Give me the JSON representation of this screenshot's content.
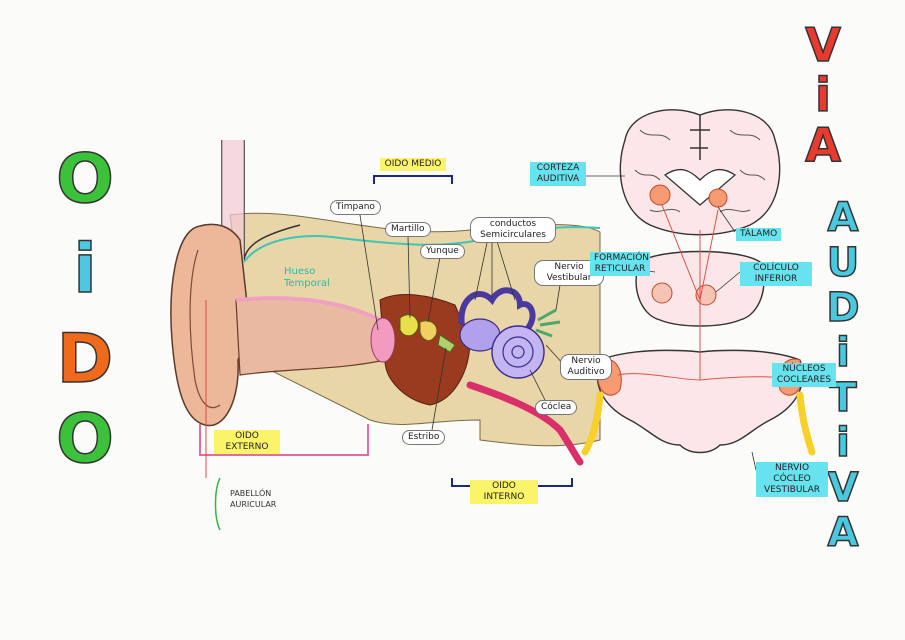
{
  "titles": {
    "oido": [
      "O",
      "i",
      "D",
      "O"
    ],
    "oido_colors": [
      "#3cc23a",
      "#4ec8e0",
      "#f06a1e",
      "#3cc23a"
    ],
    "via": [
      "V",
      "i",
      "A"
    ],
    "via_colors": [
      "#e83a2e",
      "#e83a2e",
      "#e83a2e"
    ],
    "auditiva": [
      "A",
      "U",
      "D",
      "i",
      "T",
      "i",
      "V",
      "A"
    ],
    "auditiva_colors": [
      "#49c9e0",
      "#49c9e0",
      "#49c9e0",
      "#49c9e0",
      "#49c9e0",
      "#49c9e0",
      "#49c9e0",
      "#49c9e0"
    ]
  },
  "labels": {
    "oido_medio": "OIDO MEDIO",
    "oido_externo": "OIDO EXTERNO",
    "oido_interno": "OIDO INTERNO",
    "pabellon": "PABELLÓN AURICULAR",
    "hueso": "Hueso Temporal",
    "timpano": "Timpano",
    "martillo": "Martillo",
    "yunque": "Yunque",
    "conductos": "conductos Semicirculares",
    "nervio_vestibular": "Nervio Vestibular",
    "nervio_auditivo": "Nervio Auditivo",
    "coclea": "Cóclea",
    "estribo": "Estribo",
    "corteza": "CORTEZA AUDITIVA",
    "talamo": "TÁLAMO",
    "formacion": "FORMACIÓN RETICULAR",
    "coliculo": "COLÍCULO INFERIOR",
    "nucleos": "NÚCLEOS COCLEARES",
    "nervio_coclear": "NERVIO CÓCLEO VESTIBULAR"
  }
}
